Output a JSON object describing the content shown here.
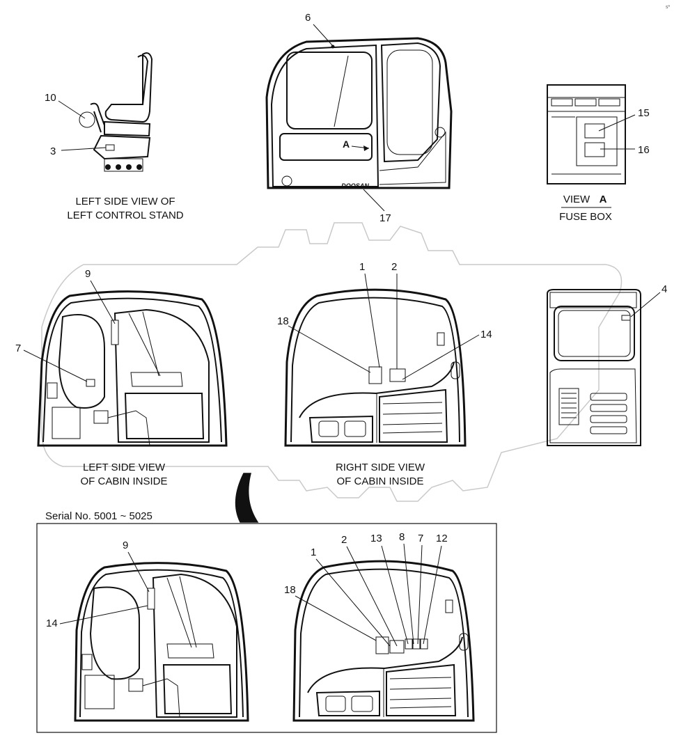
{
  "captions": {
    "left_control_stand_1": "LEFT SIDE VIEW OF",
    "left_control_stand_2": "LEFT CONTROL STAND",
    "view_a": "VIEW",
    "view_a_letter": "A",
    "fuse_box": "FUSE BOX",
    "left_cabin_1": "LEFT SIDE VIEW",
    "left_cabin_2": "OF CABIN INSIDE",
    "right_cabin_1": "RIGHT SIDE VIEW",
    "right_cabin_2": "OF CABIN INSIDE",
    "serial": "Serial No. 5001 ~ 5025",
    "door_arrow": "A",
    "brand": "DOOSAN",
    "corner_mark": "s*"
  },
  "callouts": {
    "c10": "10",
    "c3": "3",
    "c6": "6",
    "c17": "17",
    "c15": "15",
    "c16": "16",
    "c9": "9",
    "c7": "7",
    "c1": "1",
    "c2": "2",
    "c18": "18",
    "c14": "14",
    "c4": "4",
    "b9": "9",
    "b14": "14",
    "b1": "1",
    "b2": "2",
    "b13": "13",
    "b8": "8",
    "b7": "7",
    "b12": "12",
    "b18": "18"
  }
}
